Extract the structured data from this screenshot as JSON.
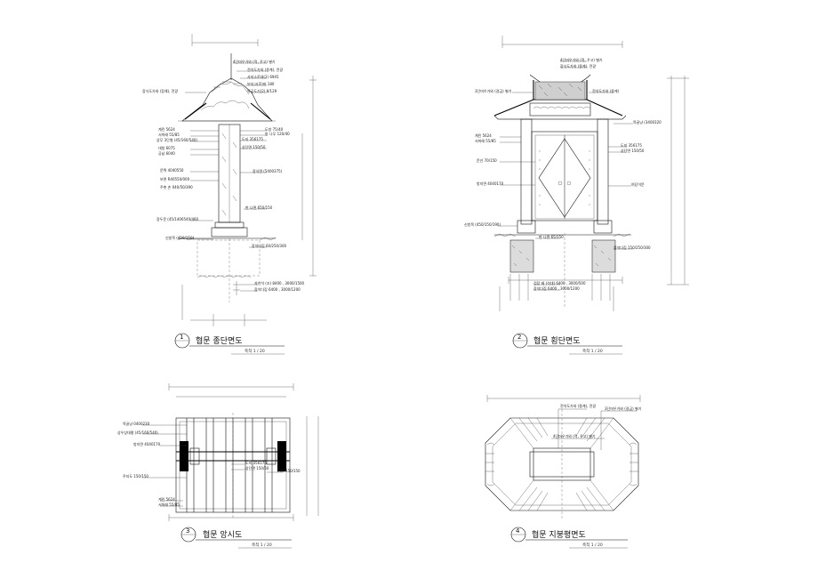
{
  "colors": {
    "line": "#111111",
    "paper": "#ffffff",
    "fill_dark": "#000000"
  },
  "drawings": {
    "d1": {
      "number": "1",
      "title": "협문 종단면도",
      "scale": "축척 1 / 20",
      "labels": [
        "4단머우가와 (적, 꾸고) 별기",
        "전석도가와 (중계), 전광",
        "사지소로대(2) 6945",
        "보지고(로)마 180",
        "목공도기(2) 8/129",
        "장식도가와 (등해), 전광",
        "계린 5624",
        "서까래 55/85",
        "상무 3단형 (45/160/540)",
        "대청 6075",
        "공납 6040",
        "도지 356175",
        "상단면 150/50",
        "문짝 4040550",
        "도방 75/40",
        "방 나무 120/40",
        "장식면 (5400375)",
        "보면 R40550/000",
        "주춧 손 040/50/390",
        "판 나면 650/150",
        "장두문 (45/1406540/460",
        "신방목 (450/150)",
        "잡석다짐 60/250/300",
        "자연석 (조) 8400 , 3000/1500",
        "잡석다짐 6400 , 3000/1200"
      ]
    },
    "d2": {
      "number": "2",
      "title": "협문 횡단면도",
      "scale": "축척 1 / 20",
      "labels": [
        "4단머우가와 (적, 꾸고) 별기",
        "장식도가와 (중계), 전광",
        "3단머우가와 (걸금) 별기",
        "전석도가와 (중계)",
        "목골냥 (3400320",
        "계린 5624",
        "서까래 55/85",
        "도지 356175",
        "상단면 150/50",
        "문선 70/150",
        "방지면 4040170",
        "여닫이문",
        "신방목 (450/150/190)",
        "판 나면 65/150",
        "잡석다짐 150/250/300",
        "검장 제 (석대) 6400 , 3000/500",
        "잡석다짐 6400 , 3000/1200"
      ]
    },
    "d3": {
      "number": "3",
      "title": "협문 앙시도",
      "scale": "축척 1 / 20",
      "labels": [
        "목골냥 0400230",
        "상우상대평 (45/160/540)",
        "방지면 4040170",
        "도지 356175",
        "상단면 150/50",
        "주지도 150/150",
        "계린 5624",
        "서까래 55/85",
        "200/150/150"
      ]
    },
    "d4": {
      "number": "4",
      "title": "협문 지붕평면도",
      "scale": "축척 1 / 20",
      "labels": [
        "전석도가와 (중계), 전광",
        "3단머우가와 (걸금) 별기",
        "4단머우가와 (적, 꾸고) 별기"
      ]
    }
  }
}
